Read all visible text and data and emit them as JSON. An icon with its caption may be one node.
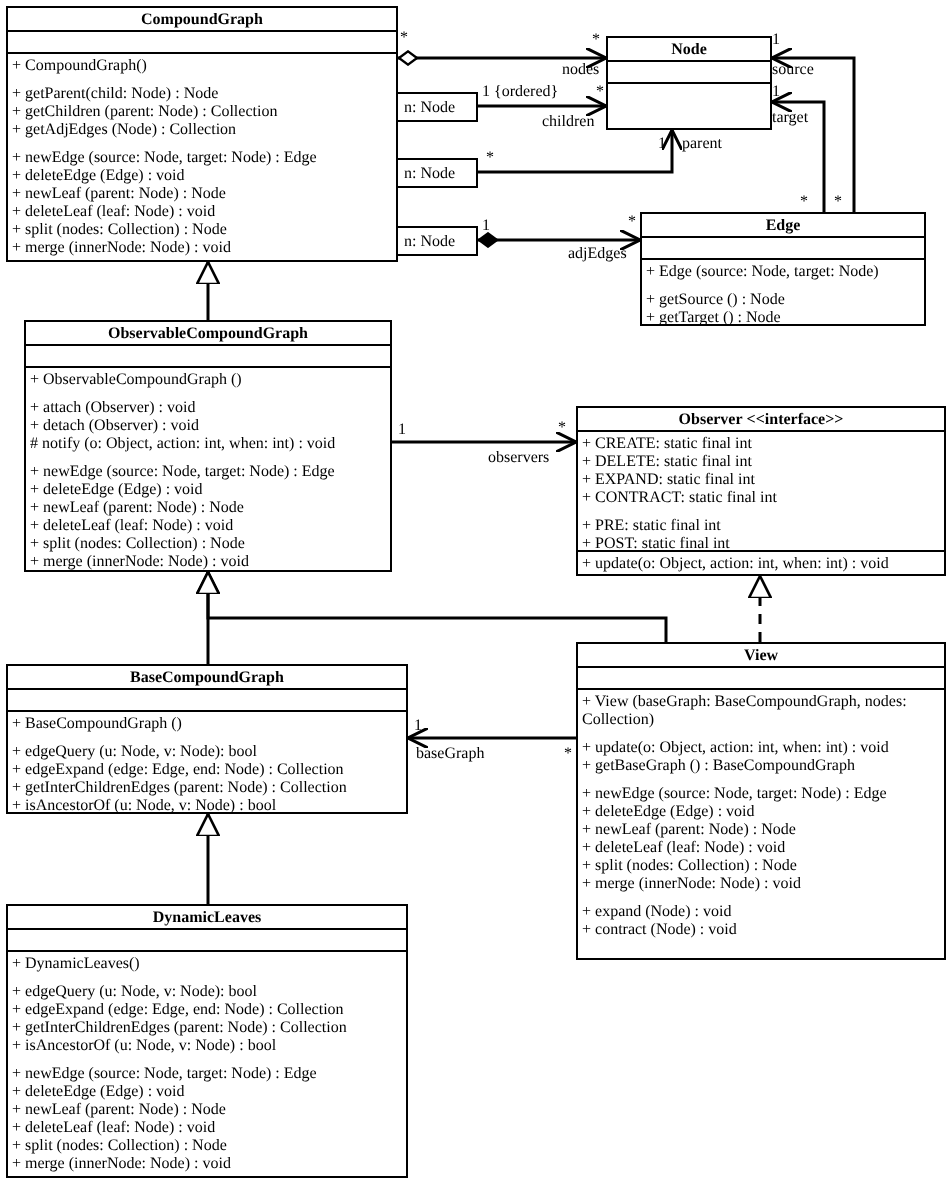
{
  "diagram": {
    "nodes": [
      {
        "text": [
          "CompoundGraph",
          "+ CompoundGraph()",
          "+ getParent(child: Node) : Node",
          "+ getChildren (parent: Node) : Collection",
          "+ getAdjEdges (Node) : Collection",
          "+ newEdge (source: Node, target: Node) : Edge",
          "+ deleteEdge (Edge) : void",
          "+ newLeaf (parent: Node) : Node",
          "+ deleteLeaf (leaf: Node) : void",
          "+ split (nodes: Collection) : Node",
          "+ merge (innerNode: Node) : void"
        ]
      },
      {
        "text": [
          "Node"
        ]
      },
      {
        "text": [
          "n: Node"
        ]
      },
      {
        "text": [
          "n: Node"
        ]
      },
      {
        "text": [
          "n: Node"
        ]
      },
      {
        "text": [
          "Edge",
          "+ Edge (source: Node, target: Node)",
          "+ getSource () : Node",
          "+ getTarget () : Node"
        ]
      },
      {
        "text": [
          "ObservableCompoundGraph",
          "+ ObservableCompoundGraph ()",
          "+ attach (Observer) : void",
          "+ detach (Observer) : void",
          "# notify (o: Object, action: int, when: int) : void",
          "+ newEdge (source: Node, target: Node) : Edge",
          "+ deleteEdge (Edge) : void",
          "+ newLeaf (parent: Node) : Node",
          "+ deleteLeaf (leaf: Node) : void",
          "+ split (nodes: Collection) : Node",
          "+ merge (innerNode: Node) : void"
        ]
      },
      {
        "text": [
          "**Observer** <<interface>>",
          "+ CREATE: static final int",
          "+ DELETE: static final int",
          "+ EXPAND: static final int",
          "+ CONTRACT: static final int",
          "+ PRE: static final int",
          "+ POST: static final int",
          "+ update(o: Object, action: int, when: int) : void"
        ]
      },
      {
        "text": [
          "BaseCompoundGraph",
          "+ BaseCompoundGraph ()",
          "+ edgeQuery (u: Node, v: Node): bool",
          "+ edgeExpand (edge: Edge, end: Node) : Collection",
          "+ getInterChildrenEdges (parent: Node) : Collection",
          "+ isAncestorOf (u: Node, v: Node) : bool"
        ]
      },
      {
        "text": [
          "View",
          "+ View (baseGraph: BaseCompoundGraph, nodes: Collection)",
          "+ update(o: Object, action: int, when: int) : void",
          "+ getBaseGraph () : BaseCompoundGraph",
          "+ newEdge (source: Node, target: Node) : Edge",
          "+ deleteEdge (Edge) : void",
          "+ newLeaf (parent: Node) : Node",
          "+ deleteLeaf (leaf: Node) : void",
          "+ split (nodes: Collection) : Node",
          "+ merge (innerNode: Node) : void",
          "+ expand (Node) : void",
          "+ contract (Node) : void"
        ]
      },
      {
        "text": [
          "DynamicLeaves",
          "+ DynamicLeaves()",
          "+ edgeQuery (u: Node, v: Node): bool",
          "+ edgeExpand (edge: Edge, end: Node) : Collection",
          "+ getInterChildrenEdges (parent: Node) : Collection",
          "+ isAncestorOf (u: Node, v: Node) : bool",
          "+ newEdge (source: Node, target: Node) : Edge",
          "+ deleteEdge (Edge) : void",
          "+ newLeaf (parent: Node) : Node",
          "+ deleteLeaf (leaf: Node) : void",
          "+ split (nodes: Collection) : Node",
          "+ merge (innerNode: Node) : void"
        ]
      }
    ],
    "edges": [
      {
        "from": 0,
        "to": 1,
        "arrow": "to"
      },
      {
        "from": 2,
        "to": 1,
        "arrow": "to"
      },
      {
        "from": 3,
        "to": 1,
        "arrow": "to"
      },
      {
        "from": 4,
        "to": 5,
        "arrow": "to"
      },
      {
        "from": 5,
        "to": 1,
        "arrow": "to"
      },
      {
        "from": 5,
        "to": 1,
        "arrow": "to"
      },
      {
        "from": 6,
        "to": 0,
        "arrow": "to"
      },
      {
        "from": 6,
        "to": 7,
        "arrow": "to"
      },
      {
        "from": 8,
        "to": 6,
        "arrow": "to"
      },
      {
        "from": 9,
        "to": 6,
        "arrow": "to"
      },
      {
        "from": 9,
        "to": 7,
        "arrow": "to",
        "style": "dashed"
      },
      {
        "from": 9,
        "to": 8,
        "arrow": "to"
      },
      {
        "from": 10,
        "to": 8,
        "arrow": "to"
      }
    ],
    "labels": [
      "*",
      "*",
      "nodes",
      "1",
      "source",
      "1 {ordered}",
      "*",
      "1",
      "children",
      "target",
      "*",
      "1",
      "parent",
      "*",
      "*",
      "1",
      "*",
      "adjEdges",
      "1",
      "*",
      "observers",
      "1",
      "baseGraph",
      "*"
    ]
  }
}
